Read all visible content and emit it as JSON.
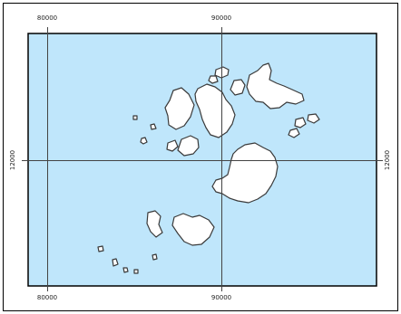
{
  "map": {
    "grid_labels": {
      "top_left": "80000",
      "top_right": "90000",
      "bottom_left": "80000",
      "bottom_right": "90000",
      "left": "12000",
      "right": "12000"
    },
    "colors": {
      "sea": "#bfe6fb",
      "land": "#ffffff",
      "coastline": "#3a3a3a",
      "frame": "#000000",
      "grid": "#444444"
    }
  }
}
